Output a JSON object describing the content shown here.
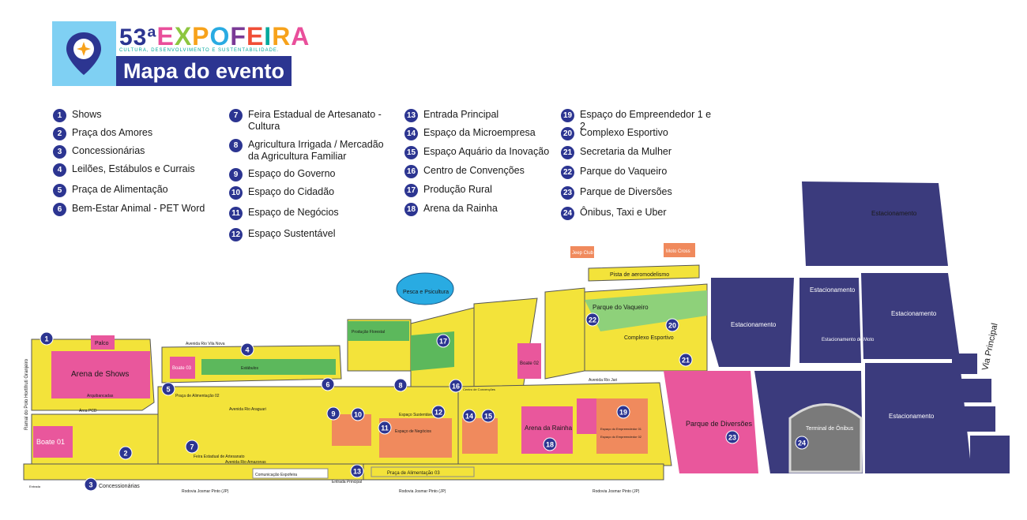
{
  "header": {
    "edition": "53ª",
    "brand": "EXPOFEIRA",
    "tagline": "CULTURA, DESENVOLVIMENTO E SUSTENTABILIDADE.",
    "subtitle": "Mapa do evento"
  },
  "legend": [
    {
      "num": "1",
      "label": "Shows"
    },
    {
      "num": "2",
      "label": "Praça dos Amores"
    },
    {
      "num": "3",
      "label": "Concessionárias"
    },
    {
      "num": "4",
      "label": "Leilões, Estábulos e Currais"
    },
    {
      "num": "5",
      "label": "Praça de Alimentação"
    },
    {
      "num": "6",
      "label": "Bem-Estar Animal - PET Word"
    },
    {
      "num": "7",
      "label": "Feira Estadual de Artesanato - Cultura"
    },
    {
      "num": "8",
      "label": "Agricultura Irrigada / Mercadão da Agricultura Familiar"
    },
    {
      "num": "9",
      "label": "Espaço do Governo"
    },
    {
      "num": "10",
      "label": "Espaço do Cidadão"
    },
    {
      "num": "11",
      "label": "Espaço de Negócios"
    },
    {
      "num": "12",
      "label": "Espaço Sustentável"
    },
    {
      "num": "13",
      "label": "Entrada Principal"
    },
    {
      "num": "14",
      "label": "Espaço da Microempresa"
    },
    {
      "num": "15",
      "label": "Espaço Aquário da Inovação"
    },
    {
      "num": "16",
      "label": "Centro de Convenções"
    },
    {
      "num": "17",
      "label": "Produção Rural"
    },
    {
      "num": "18",
      "label": "Arena da Rainha"
    },
    {
      "num": "19",
      "label": "Espaço do Empreendedor 1 e 2"
    },
    {
      "num": "20",
      "label": "Complexo Esportivo"
    },
    {
      "num": "21",
      "label": "Secretaria da Mulher"
    },
    {
      "num": "22",
      "label": "Parque do Vaqueiro"
    },
    {
      "num": "23",
      "label": "Parque de Diversões"
    },
    {
      "num": "24",
      "label": "Ônibus, Taxi e Uber"
    }
  ],
  "map": {
    "parking": "Estacionamento",
    "parking_moto": "Estacionamento de Moto",
    "arena_shows": "Arena de Shows",
    "palco": "Palco",
    "boate01": "Boate 01",
    "boate03": "Boate 03",
    "boate02": "Boate 02",
    "arena_rainha": "Arena da Rainha",
    "parque_diversoes": "Parque de Diversões",
    "parque_vaqueiro": "Parque do Vaqueiro",
    "complexo_esportivo": "Complexo Esportivo",
    "terminal": "Terminal de Ônibus",
    "pesca": "Pesca e Psicultura",
    "jeep": "Jeep Club",
    "motocross": "Moto Cross",
    "pista": "Pista de aeromodelismo",
    "via_principal": "Via Principal",
    "concessionarias": "Concessionárias",
    "comunicacao": "Comunicação Expofeira",
    "entrada": "Entrada Principal",
    "praca_alim_03": "Praça de Alimentação 03",
    "praca_alim_02": "Praça de Alimentação 02",
    "rodovia1": "Rodovia Josmar Pinto (JP)",
    "rodovia2": "Rodovia Josmar Pinto (JP)",
    "rodovia3": "Rodovia Josmar Pinto (JP)",
    "ramal": "Ramal do Polo Hortifruti Granjeiro",
    "av_rio_vila_nova": "Avenida Rio Vila Nova",
    "av_rio_amazonas": "Avenida Rio Amazonas",
    "av_rio_araguari": "Avenida Rio Araguari",
    "av_rio_jari": "Avenida Rio Jari",
    "espaco_negocios": "Espaço de Negócios",
    "espaco_empreendedor1": "Espaço do Empreendedor 01",
    "espaco_empreendedor2": "Espaço do Empreendedor 02",
    "estabulos": "Estábulos",
    "producao_florestal": "Produção Florestal",
    "feira_artesanato": "Feira Estadual de Artesanato",
    "centro_convencoes": "Centro de Convenções",
    "espaco_sustentavel": "Espaço Sustentável",
    "arquibancadas": "Arquibancadas",
    "area_pcd": "Área PCD",
    "entrada_small": "Entrada"
  }
}
